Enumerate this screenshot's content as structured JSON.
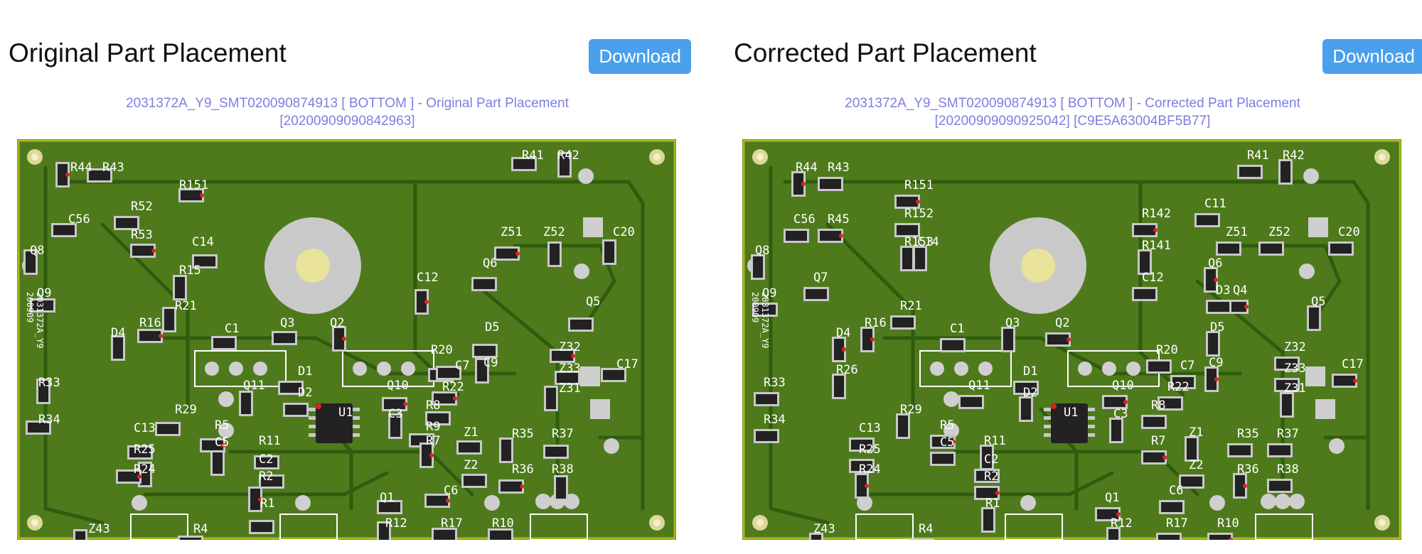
{
  "panels": [
    {
      "title": "Original Part Placement",
      "download_label": "Download",
      "caption_line1": "2031372A_Y9_SMT020090874913 [ BOTTOM ] - Original Part Placement",
      "caption_line2": "[20200909090842963]",
      "board_labels": [
        "R44",
        "R43",
        "R41",
        "R42",
        "R151",
        "C56",
        "Q8",
        "Q9",
        "R16",
        "R21",
        "C1",
        "Q3",
        "Q2",
        "D1",
        "D2",
        "Q11",
        "Q10",
        "C14",
        "C20",
        "Q6",
        "Z51",
        "Z52",
        "Q5",
        "D5",
        "C12",
        "R20",
        "C7",
        "C9",
        "Z32",
        "Z33",
        "Z31",
        "C17",
        "R22",
        "C3",
        "R8",
        "R9",
        "R7",
        "Z1",
        "Z2",
        "R35",
        "R36",
        "R37",
        "R38",
        "R29",
        "R5",
        "C5",
        "R11",
        "C2",
        "R2",
        "R1",
        "C13",
        "R25",
        "R24",
        "R34",
        "R33",
        "Q1",
        "C6",
        "R12",
        "R17",
        "R10",
        "Z43",
        "R4",
        "U1",
        "D4",
        "R53",
        "R52",
        "R15"
      ],
      "board_side_text": [
        "200909",
        "2031372A_Y9"
      ]
    },
    {
      "title": "Corrected Part Placement",
      "download_label": "Download",
      "caption_line1": "2031372A_Y9_SMT020090874913 [ BOTTOM ] - Corrected Part Placement",
      "caption_line2": "[20200909090925042] [C9E5A63004BF5B77]",
      "board_labels": [
        "R44",
        "R43",
        "R41",
        "R42",
        "R151",
        "R152",
        "R153",
        "C56",
        "R45",
        "Q8",
        "Q9",
        "Q7",
        "R16",
        "R21",
        "C1",
        "Q3",
        "Q2",
        "D1",
        "D2",
        "Q11",
        "Q10",
        "C14",
        "C20",
        "C11",
        "Q6",
        "Z51",
        "Z52",
        "Q5",
        "Q4",
        "D3",
        "D5",
        "C12",
        "R142",
        "R141",
        "R20",
        "C7",
        "C9",
        "Z32",
        "Z33",
        "Z31",
        "C17",
        "R22",
        "C3",
        "R8",
        "R7",
        "Z1",
        "Z2",
        "R35",
        "R36",
        "R37",
        "R38",
        "R29",
        "R5",
        "C5",
        "R11",
        "C2",
        "R2",
        "R1",
        "C13",
        "R25",
        "R24",
        "R34",
        "R33",
        "R26",
        "Q1",
        "C6",
        "R12",
        "R17",
        "R10",
        "Z43",
        "R4",
        "U1",
        "D4"
      ],
      "board_side_text": [
        "200909",
        "2031372A_Y9"
      ]
    }
  ],
  "colors": {
    "button_bg": "#4aa0ec",
    "caption": "#7d7ee0",
    "board_green": "#4e7a1c",
    "trace_green": "#2f5c0e",
    "board_edge": "#a8b820",
    "component_black": "#222222",
    "pad_silver": "#c8c8c8",
    "marker_red": "#e02020"
  }
}
